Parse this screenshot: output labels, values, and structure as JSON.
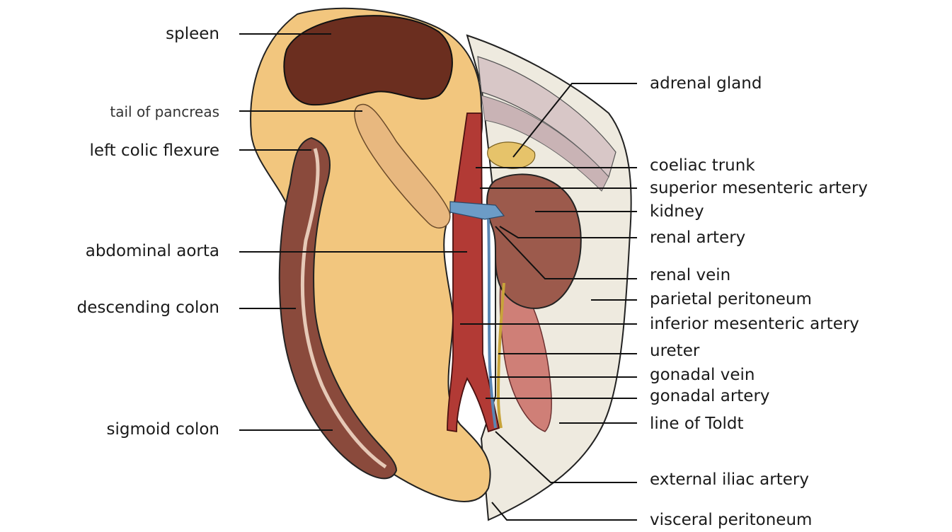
{
  "diagram": {
    "left_labels": [
      {
        "id": "spleen",
        "text": "spleen"
      },
      {
        "id": "tail-of-pancreas",
        "text": "tail of pancreas"
      },
      {
        "id": "left-colic-flexure",
        "text": "left colic flexure"
      },
      {
        "id": "abdominal-aorta",
        "text": "abdominal aorta"
      },
      {
        "id": "descending-colon",
        "text": "descending colon"
      },
      {
        "id": "sigmoid-colon",
        "text": "sigmoid colon"
      }
    ],
    "right_labels": [
      {
        "id": "adrenal-gland",
        "text": "adrenal gland"
      },
      {
        "id": "coeliac-trunk",
        "text": "coeliac trunk"
      },
      {
        "id": "superior-mesenteric-artery",
        "text": "superior mesenteric artery"
      },
      {
        "id": "kidney",
        "text": "kidney"
      },
      {
        "id": "renal-artery",
        "text": "renal artery"
      },
      {
        "id": "renal-vein",
        "text": "renal vein"
      },
      {
        "id": "parietal-peritoneum",
        "text": "parietal peritoneum"
      },
      {
        "id": "inferior-mesenteric-artery",
        "text": "inferior mesenteric artery"
      },
      {
        "id": "ureter",
        "text": "ureter"
      },
      {
        "id": "gonadal-vein",
        "text": "gonadal vein"
      },
      {
        "id": "gonadal-artery",
        "text": "gonadal artery"
      },
      {
        "id": "line-of-toldt",
        "text": "line of Toldt"
      },
      {
        "id": "external-iliac-artery",
        "text": "external iliac artery"
      },
      {
        "id": "visceral-peritoneum",
        "text": "visceral peritoneum"
      }
    ],
    "colors": {
      "fat": "#f2c67e",
      "fat_dark": "#d9a257",
      "spleen": "#6b2e1f",
      "colon": "#8a4a3c",
      "kidney": "#9c5a4c",
      "artery": "#b23a35",
      "vein": "#6c9cc7",
      "ureter": "#c8a43a",
      "muscle": "#cf7f77",
      "peritoneum": "#eeeadf",
      "leader": "#111111"
    }
  }
}
